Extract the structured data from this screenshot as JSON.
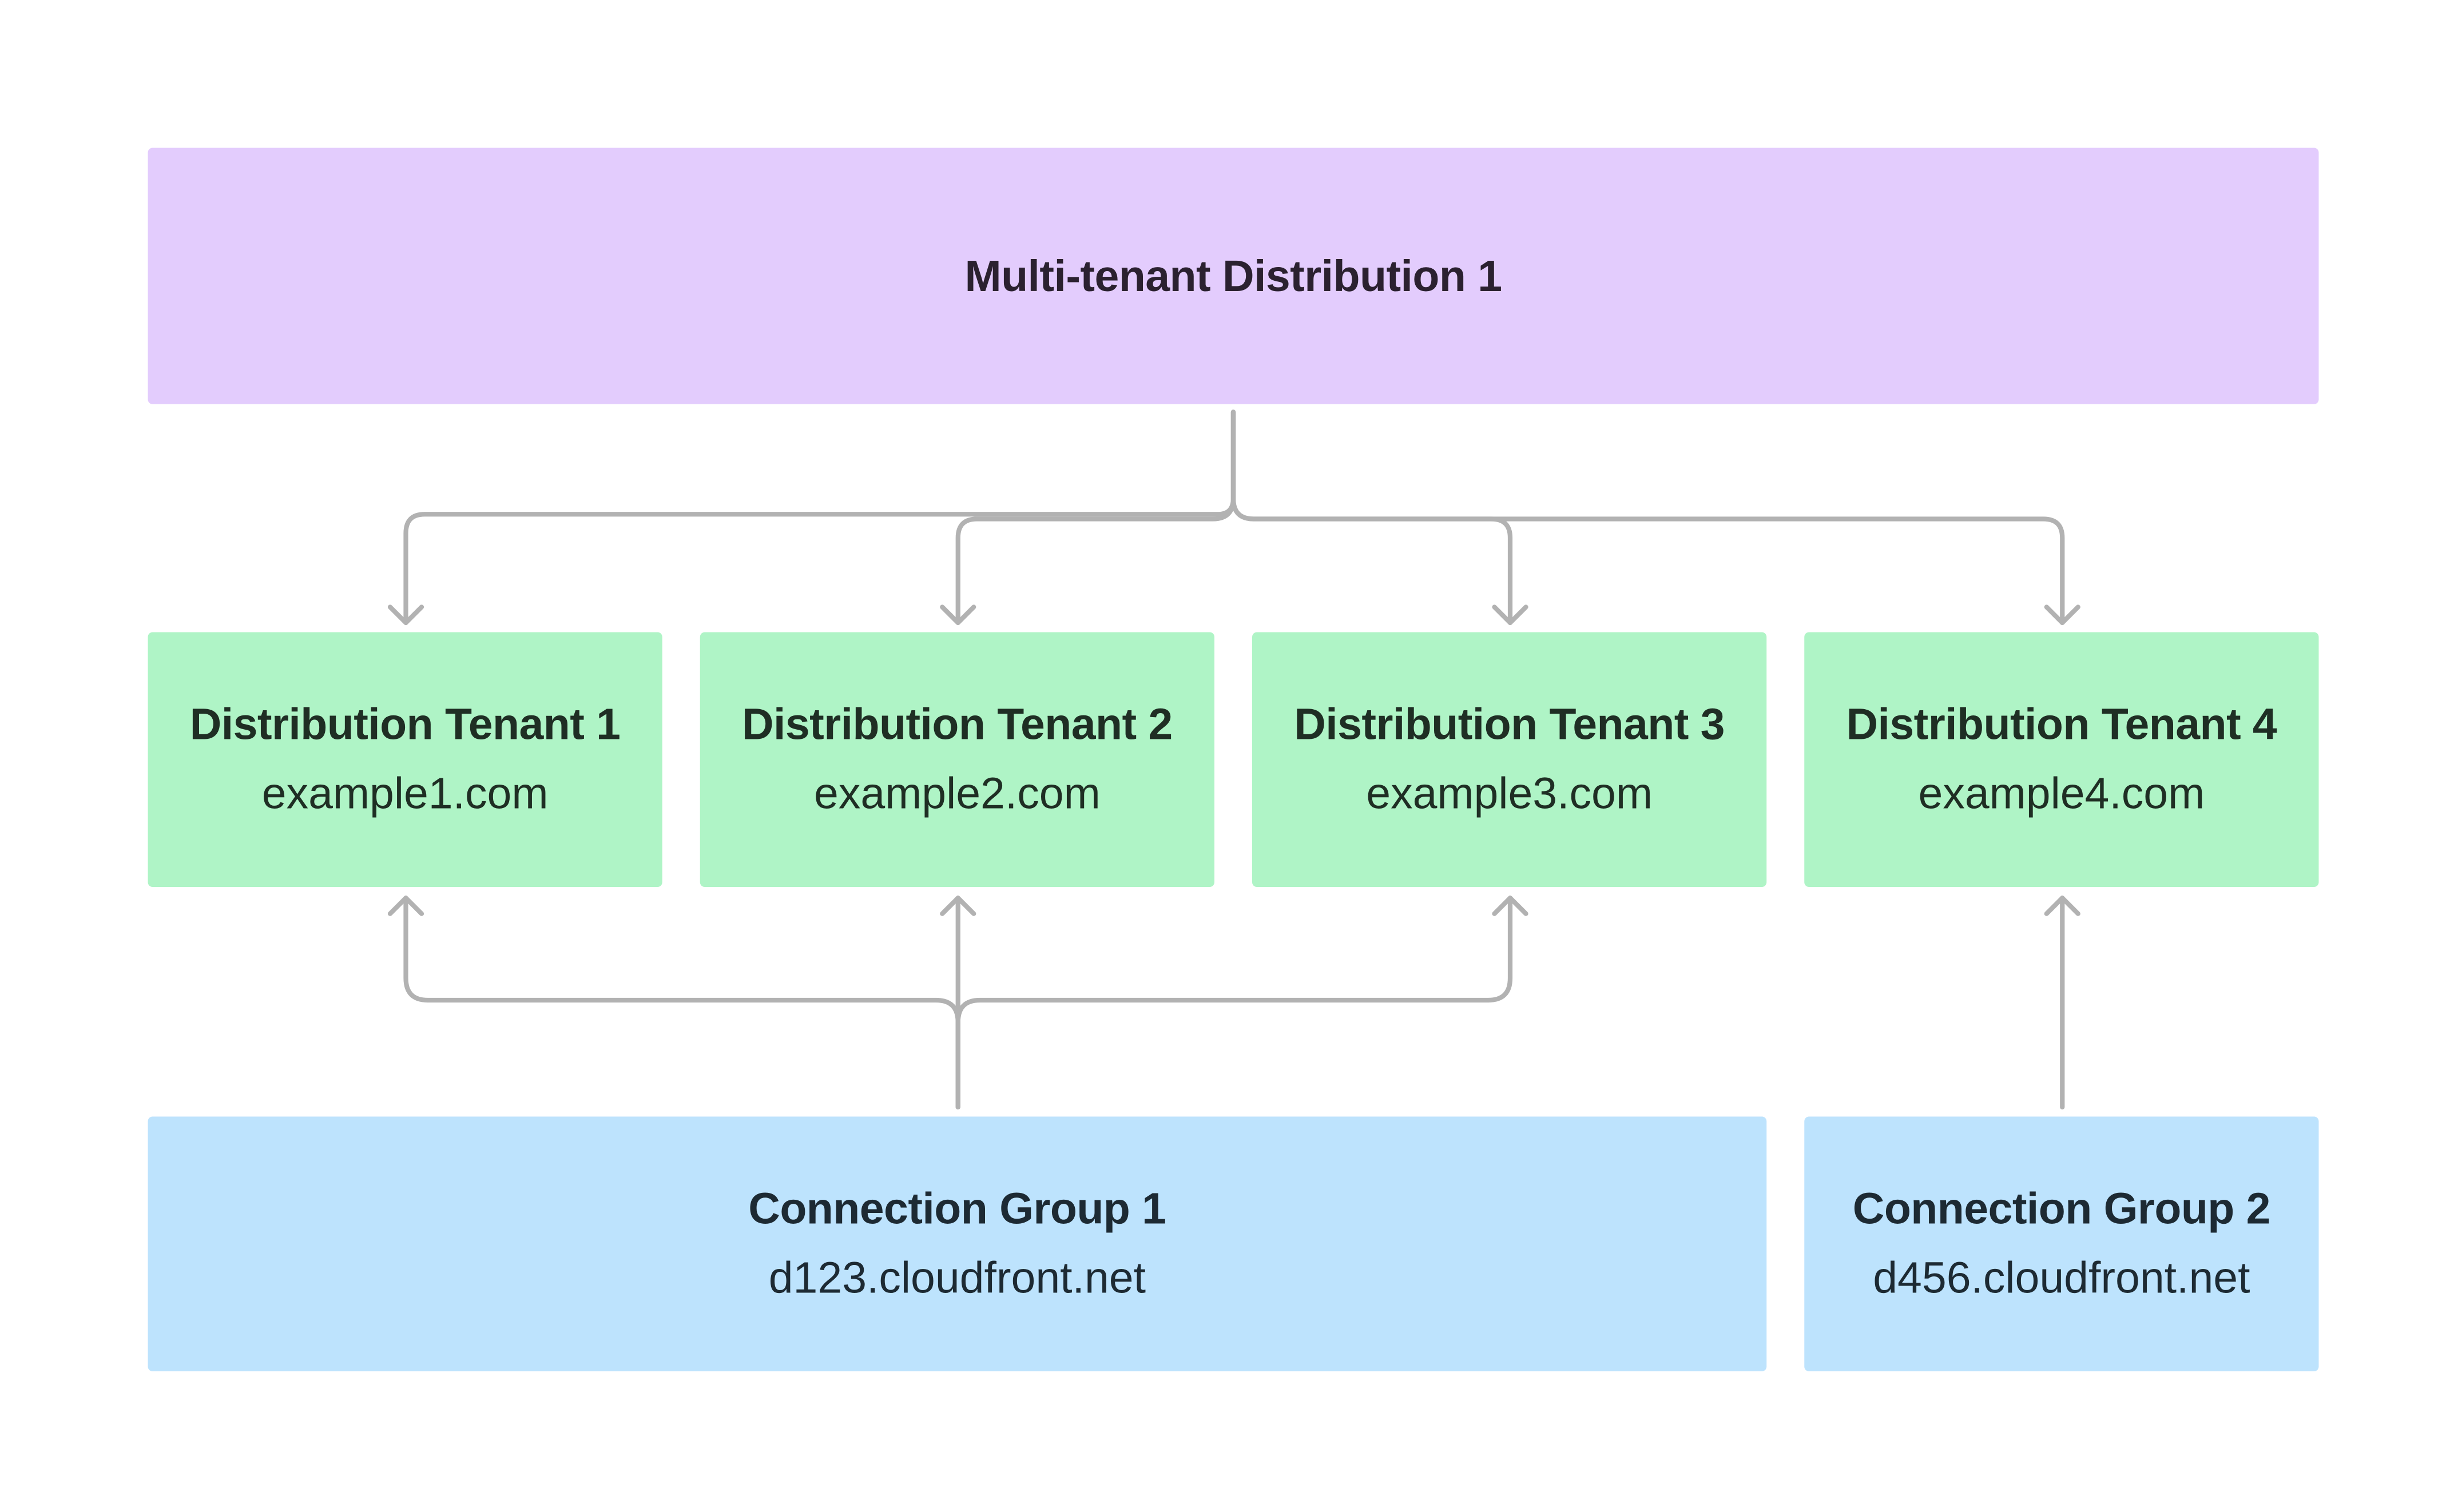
{
  "distribution": {
    "title": "Multi-tenant Distribution 1"
  },
  "tenants": [
    {
      "title": "Distribution Tenant 1",
      "domain": "example1.com"
    },
    {
      "title": "Distribution Tenant 2",
      "domain": "example2.com"
    },
    {
      "title": "Distribution Tenant 3",
      "domain": "example3.com"
    },
    {
      "title": "Distribution Tenant 4",
      "domain": "example4.com"
    }
  ],
  "connection_groups": [
    {
      "title": "Connection Group 1",
      "domain": "d123.cloudfront.net"
    },
    {
      "title": "Connection Group 2",
      "domain": "d456.cloudfront.net"
    }
  ],
  "colors": {
    "distribution_fill": "#e3ccfd",
    "tenant_fill": "#aff4c6",
    "connection_group_fill": "#bde3fd",
    "connector_stroke": "#b2b2b2"
  }
}
